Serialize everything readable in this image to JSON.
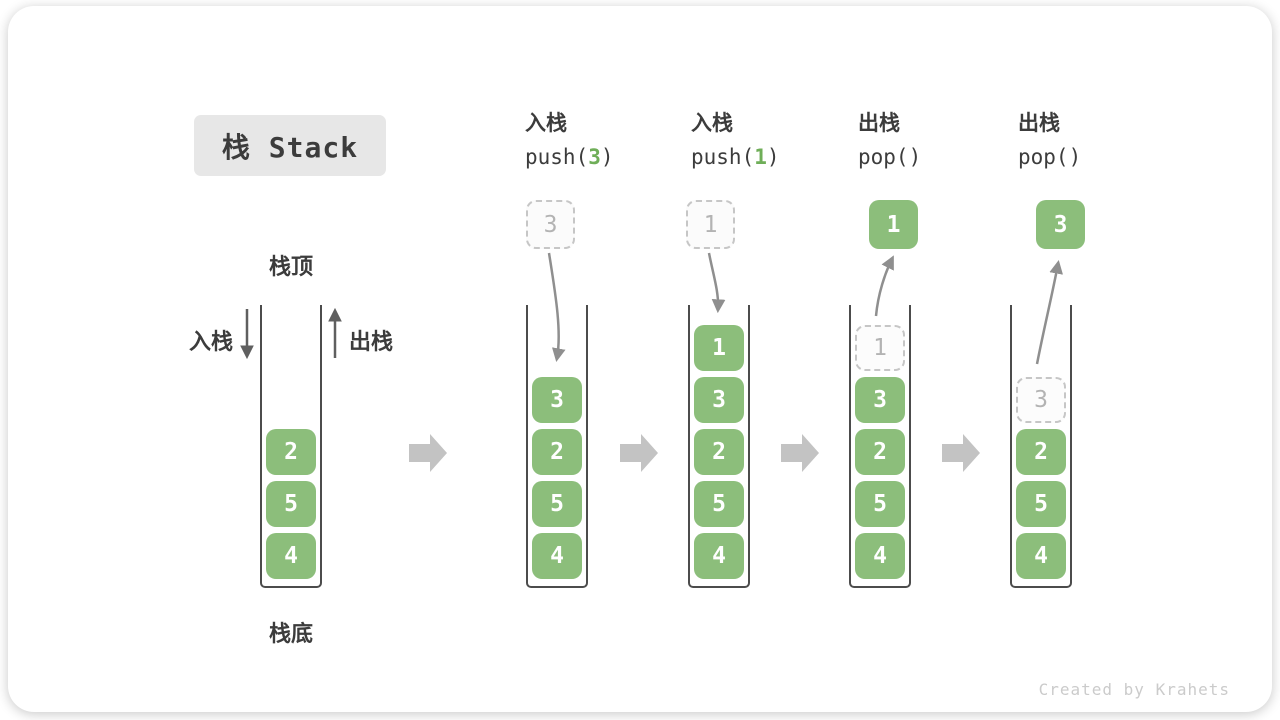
{
  "page": {
    "watermark": "Created by Krahets"
  },
  "title": {
    "label": "栈 Stack"
  },
  "labels": {
    "stack_top": "栈顶",
    "stack_bottom": "栈底",
    "push_side": "入栈",
    "pop_side": "出栈"
  },
  "colors": {
    "item_green": "#8cbe7b",
    "code_arg_green": "#6fae58",
    "dashed_border": "#c6c6c6",
    "dashed_text": "#b3b3b3",
    "block_arrow_gray": "#c3c3c3",
    "curve_arrow_gray": "#8f8f8f",
    "side_arrow_dark": "#5f5f5f",
    "label_dark": "#3c3c3c",
    "title_bg": "#e7e7e7"
  },
  "stacks": [
    {
      "name": "initial-stack",
      "header": null,
      "floating": null,
      "items": [
        {
          "value": "2",
          "variant": "solid"
        },
        {
          "value": "5",
          "variant": "solid"
        },
        {
          "value": "4",
          "variant": "solid"
        }
      ]
    },
    {
      "name": "after-push-3",
      "header": {
        "op": "入栈",
        "code_pre": "push(",
        "code_arg": "3",
        "code_post": ")"
      },
      "floating": {
        "value": "3",
        "variant": "dashed"
      },
      "items": [
        {
          "value": "3",
          "variant": "solid"
        },
        {
          "value": "2",
          "variant": "solid"
        },
        {
          "value": "5",
          "variant": "solid"
        },
        {
          "value": "4",
          "variant": "solid"
        }
      ]
    },
    {
      "name": "after-push-1",
      "header": {
        "op": "入栈",
        "code_pre": "push(",
        "code_arg": "1",
        "code_post": ")"
      },
      "floating": {
        "value": "1",
        "variant": "dashed"
      },
      "items": [
        {
          "value": "1",
          "variant": "solid"
        },
        {
          "value": "3",
          "variant": "solid"
        },
        {
          "value": "2",
          "variant": "solid"
        },
        {
          "value": "5",
          "variant": "solid"
        },
        {
          "value": "4",
          "variant": "solid"
        }
      ]
    },
    {
      "name": "after-pop-1",
      "header": {
        "op": "出栈",
        "code_pre": "pop(",
        "code_arg": "",
        "code_post": ")"
      },
      "floating": {
        "value": "1",
        "variant": "solid"
      },
      "items": [
        {
          "value": "1",
          "variant": "dashed"
        },
        {
          "value": "3",
          "variant": "solid"
        },
        {
          "value": "2",
          "variant": "solid"
        },
        {
          "value": "5",
          "variant": "solid"
        },
        {
          "value": "4",
          "variant": "solid"
        }
      ]
    },
    {
      "name": "after-pop-3",
      "header": {
        "op": "出栈",
        "code_pre": "pop(",
        "code_arg": "",
        "code_post": ")"
      },
      "floating": {
        "value": "3",
        "variant": "solid"
      },
      "items": [
        {
          "value": "3",
          "variant": "dashed"
        },
        {
          "value": "2",
          "variant": "solid"
        },
        {
          "value": "5",
          "variant": "solid"
        },
        {
          "value": "4",
          "variant": "solid"
        }
      ]
    }
  ]
}
